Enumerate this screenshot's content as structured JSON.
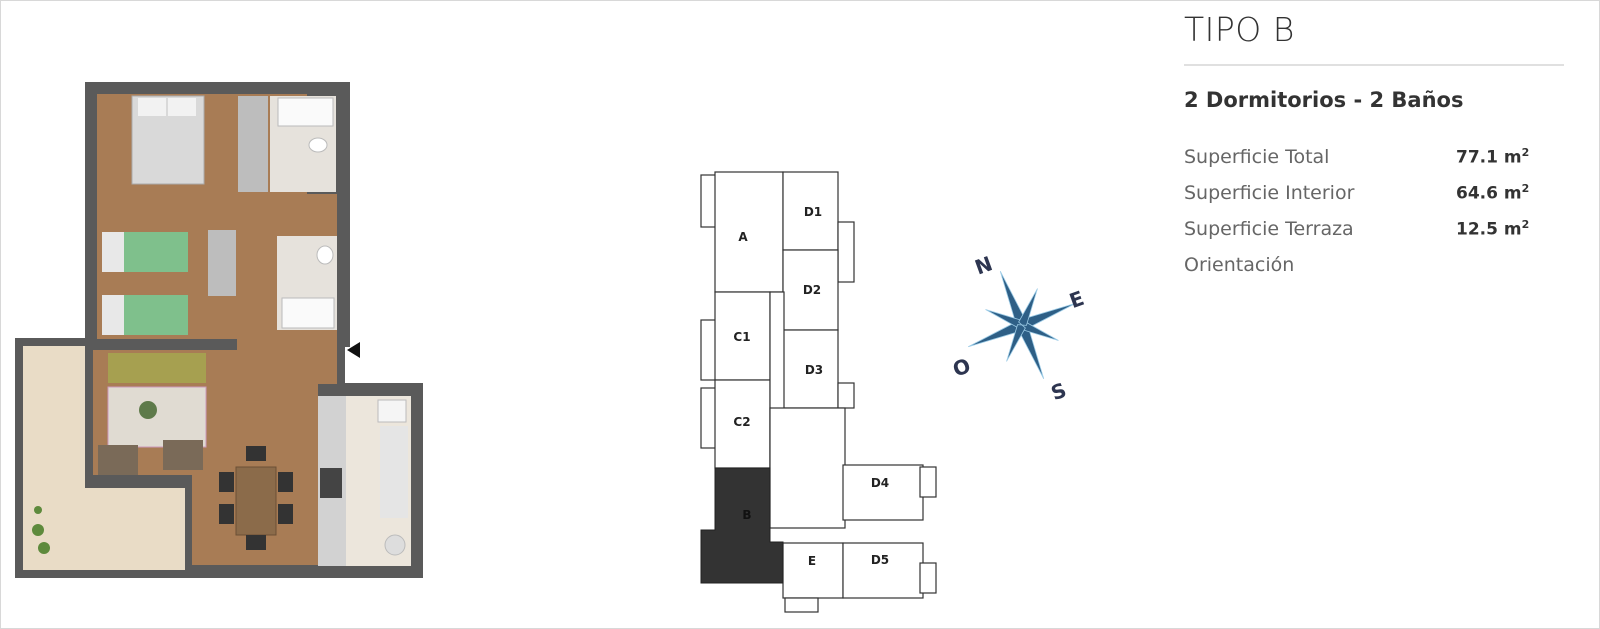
{
  "unit_type": {
    "title": "TIPO B",
    "rooms": "2 Dormitorios - 2 Baños"
  },
  "specs": [
    {
      "label": "Superficie Total",
      "value": "77.1",
      "unit": "m",
      "exp": "2"
    },
    {
      "label": "Superficie Interior",
      "value": "64.6",
      "unit": "m",
      "exp": "2"
    },
    {
      "label": "Superficie Terraza",
      "value": "12.5",
      "unit": "m",
      "exp": "2"
    },
    {
      "label": "Orientación"
    }
  ],
  "key_plan": {
    "units": [
      "A",
      "D1",
      "D2",
      "C1",
      "D3",
      "C2",
      "D4",
      "B",
      "E",
      "D5"
    ],
    "highlighted": "B",
    "highlight_color": "#333333"
  },
  "compass": {
    "n": "N",
    "e": "E",
    "s": "S",
    "o": "O"
  },
  "colors": {
    "wall": "#5a5a5a",
    "floor": "#a87c55",
    "terrace": "#e9dcc6",
    "sofa": "#a6a050",
    "bed_green": "#7fc08c"
  }
}
